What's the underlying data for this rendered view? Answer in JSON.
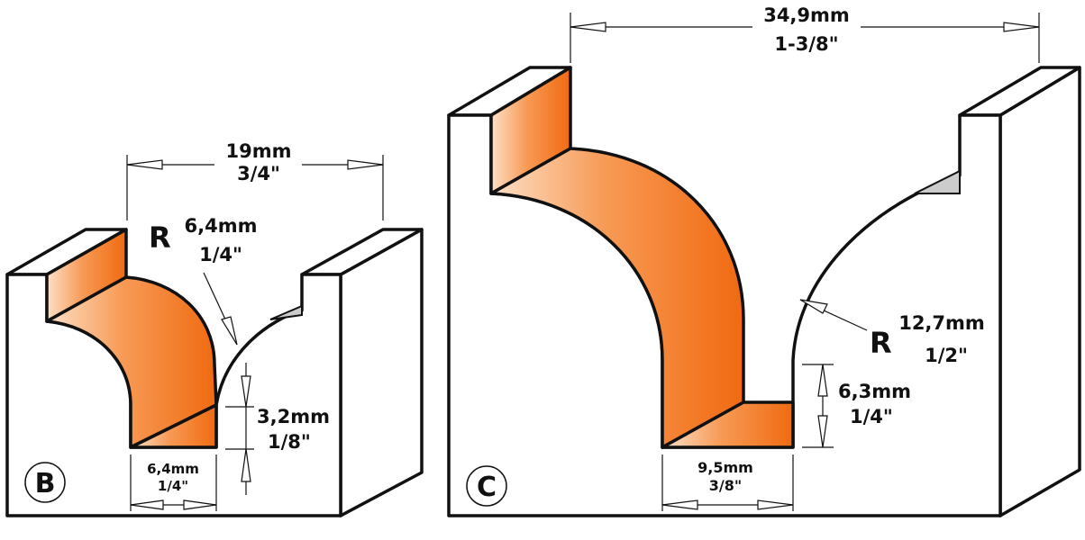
{
  "profiles": [
    {
      "letter": "B",
      "width_mm": "19mm",
      "width_in": "3/4\"",
      "radius_prefix": "R",
      "radius_mm": "6,4mm",
      "radius_in": "1/4\"",
      "depth_mm": "3,2mm",
      "depth_in": "1/8\"",
      "bottom_mm": "6,4mm",
      "bottom_in": "1/4\""
    },
    {
      "letter": "C",
      "width_mm": "34,9mm",
      "width_in": "1-3/8\"",
      "radius_prefix": "R",
      "radius_mm": "12,7mm",
      "radius_in": "1/2\"",
      "depth_mm": "6,3mm",
      "depth_in": "1/4\"",
      "bottom_mm": "9,5mm",
      "bottom_in": "3/8\""
    }
  ],
  "colors": {
    "orange_dark": "#f06a10",
    "orange_light": "#fde0c8",
    "line": "#111111"
  }
}
